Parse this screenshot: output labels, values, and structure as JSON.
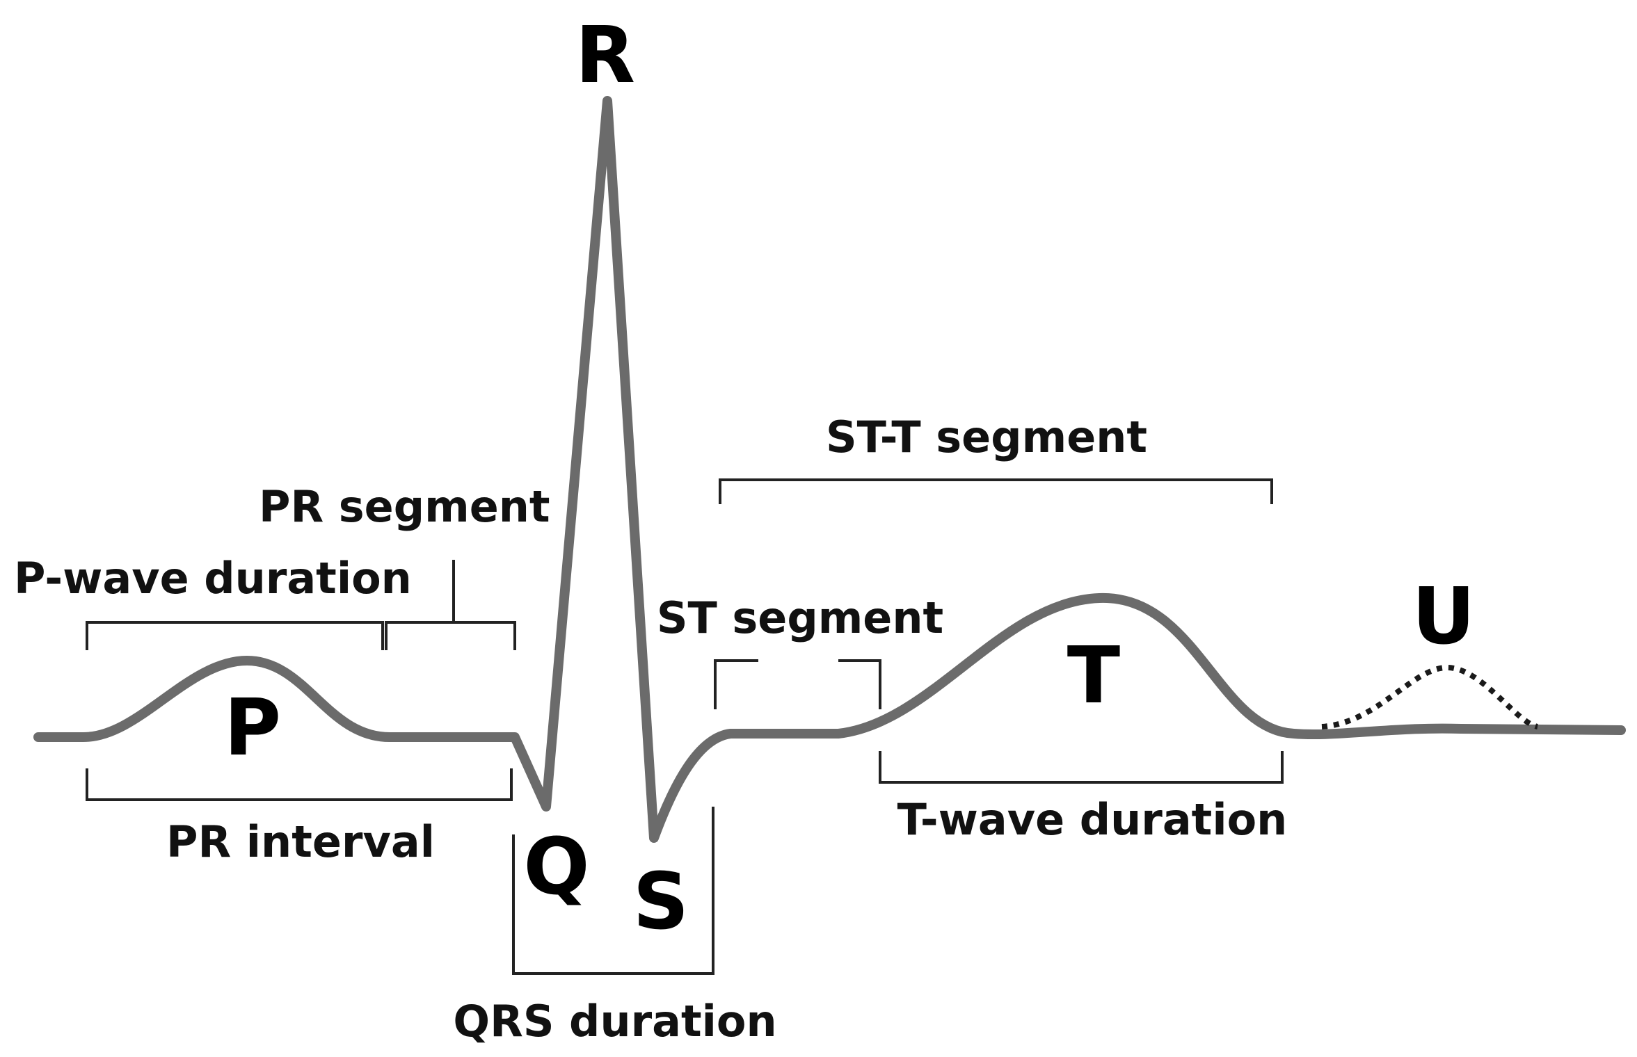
{
  "waves": {
    "P": "P",
    "Q": "Q",
    "R": "R",
    "S": "S",
    "T": "T",
    "U": "U"
  },
  "intervals": {
    "p_wave_duration": "P-wave duration",
    "pr_segment": "PR segment",
    "pr_interval": "PR interval",
    "qrs_duration": "QRS duration",
    "st_segment": "ST segment",
    "st_t_segment": "ST-T segment",
    "t_wave_duration": "T-wave duration"
  },
  "colors": {
    "trace": "#6b6b6b",
    "brackets": "#222222",
    "u_wave_dotted": "#1a1a1a",
    "background": "#ffffff"
  }
}
